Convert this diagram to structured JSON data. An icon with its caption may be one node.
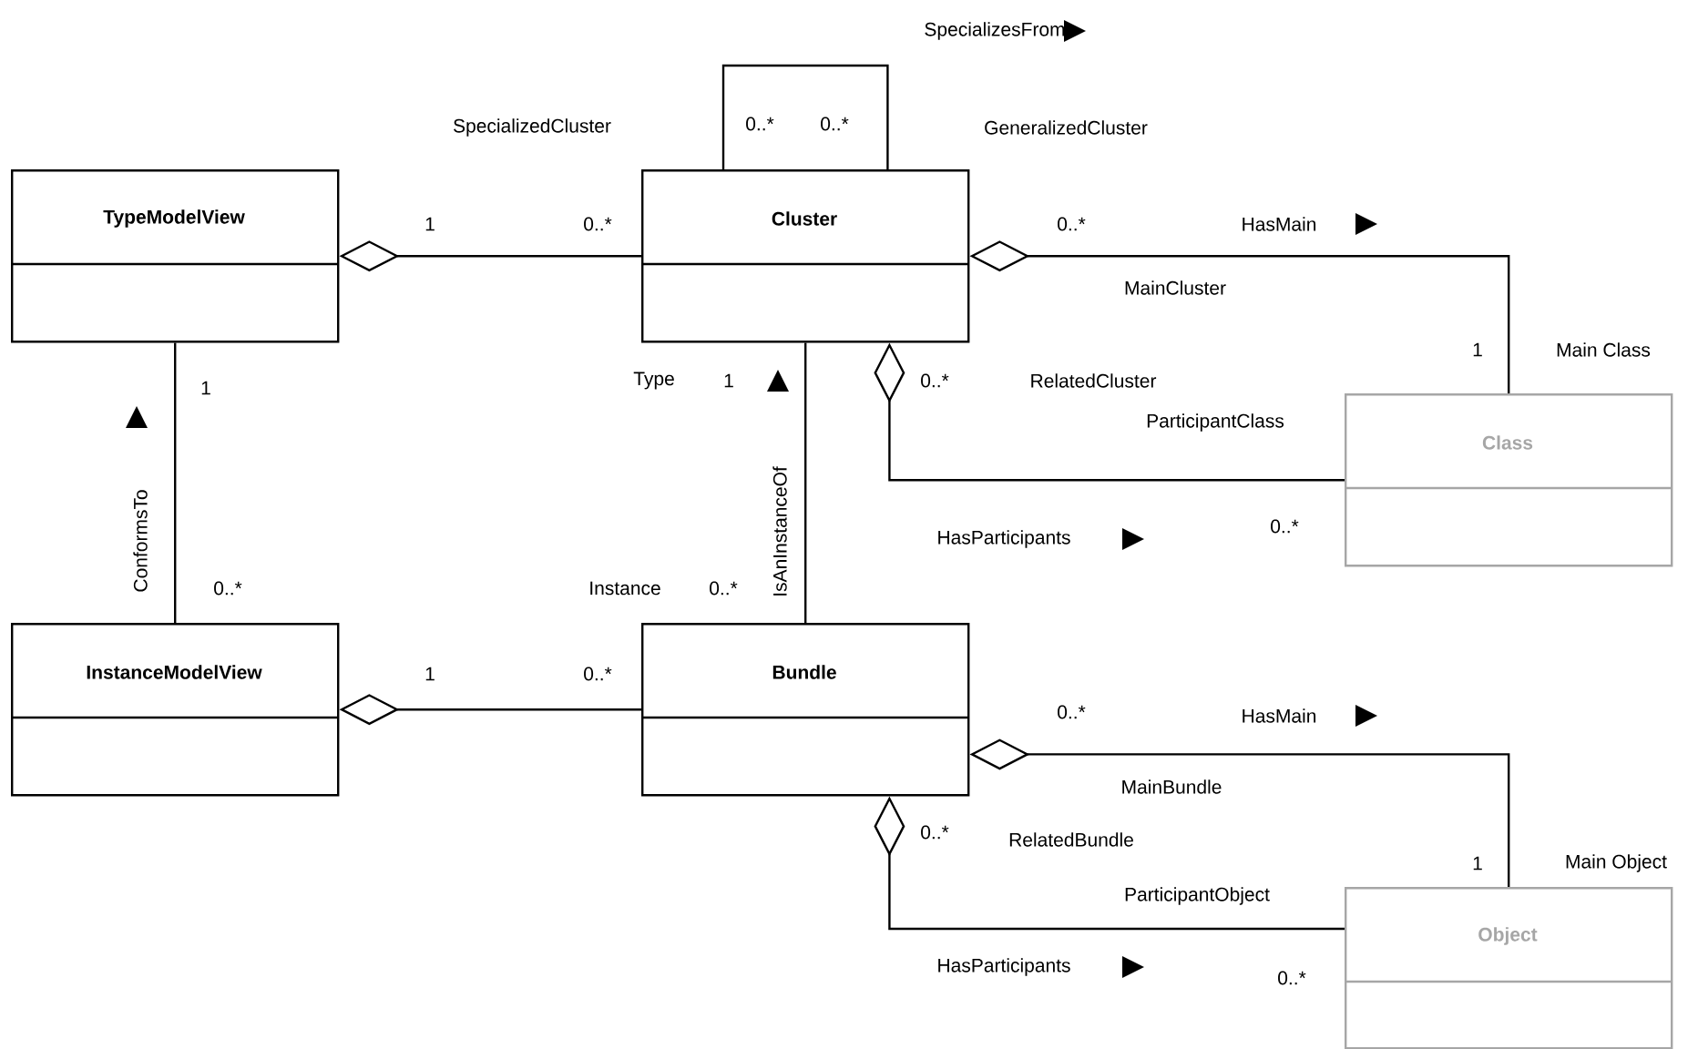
{
  "diagram": {
    "nodes": [
      {
        "text": [
          "TypeModelView"
        ]
      },
      {
        "text": [
          "Cluster"
        ]
      },
      {
        "text": [
          "Class"
        ]
      },
      {
        "text": [
          "InstanceModelView"
        ]
      },
      {
        "text": [
          "Bundle"
        ]
      },
      {
        "text": [
          "Object"
        ]
      }
    ],
    "edges": [
      {
        "from": 0,
        "to": 1,
        "arrow": "other"
      },
      {
        "from": 1,
        "to": 1,
        "arrow": "none",
        "label": "SpecializesFrom"
      },
      {
        "from": 1,
        "to": 2,
        "arrow": "other",
        "label": "HasMain"
      },
      {
        "from": 1,
        "to": 2,
        "arrow": "other",
        "label": "HasParticipants"
      },
      {
        "from": 0,
        "to": 3,
        "arrow": "none",
        "label": "ConformsTo"
      },
      {
        "from": 1,
        "to": 4,
        "arrow": "none",
        "label": "IsAnInstanceOf"
      },
      {
        "from": 3,
        "to": 4,
        "arrow": "other"
      },
      {
        "from": 4,
        "to": 5,
        "arrow": "other",
        "label": "HasMain"
      },
      {
        "from": 4,
        "to": 5,
        "arrow": "other",
        "label": "HasParticipants"
      }
    ],
    "labels": [
      "SpecializedCluster",
      "0..*",
      "0..*",
      "GeneralizedCluster",
      "1",
      "0..*",
      "0..*",
      "MainCluster",
      "1",
      "Main Class",
      "1",
      "Type",
      "1",
      "0..*",
      "RelatedCluster",
      "ParticipantClass",
      "0..*",
      "0..*",
      "Instance",
      "0..*",
      "1",
      "0..*",
      "0..*",
      "MainBundle",
      "0..*",
      "RelatedBundle",
      "1",
      "Main Object",
      "ParticipantObject",
      "0..*"
    ]
  }
}
